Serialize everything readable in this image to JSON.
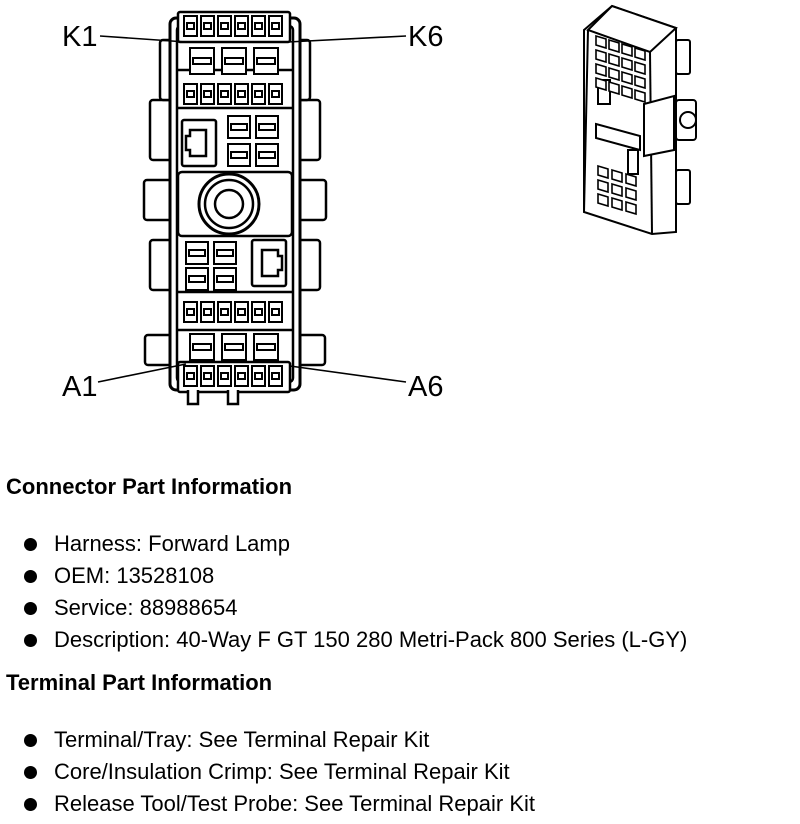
{
  "diagram": {
    "pin_labels": {
      "top_left": "K1",
      "top_right": "K6",
      "bottom_left": "A1",
      "bottom_right": "A6"
    }
  },
  "connector_info": {
    "title": "Connector Part Information",
    "items": [
      "Harness: Forward Lamp",
      "OEM: 13528108",
      "Service: 88988654",
      "Description: 40-Way F GT 150 280 Metri-Pack 800 Series (L-GY)"
    ]
  },
  "terminal_info": {
    "title": "Terminal Part Information",
    "items": [
      "Terminal/Tray: See Terminal Repair Kit",
      "Core/Insulation Crimp: See Terminal Repair Kit",
      "Release Tool/Test Probe: See Terminal Repair Kit"
    ]
  }
}
